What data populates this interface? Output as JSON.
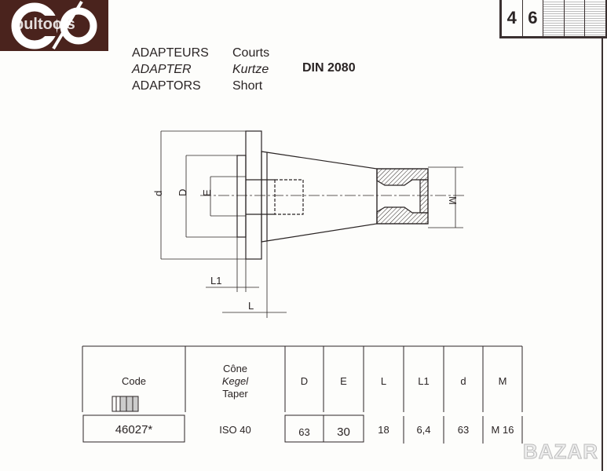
{
  "logo": {
    "brand": "bultools"
  },
  "page_number": [
    "4",
    "6"
  ],
  "heading": {
    "rows": [
      {
        "type": "ADAPTEURS",
        "length": "Courts"
      },
      {
        "type": "ADAPTER",
        "length": "Kurtze"
      },
      {
        "type": "ADAPTORS",
        "length": "Short"
      }
    ],
    "standard": "DIN 2080"
  },
  "drawing": {
    "labels": {
      "d": "d",
      "D": "D",
      "E": "E",
      "M": "M",
      "L1": "L1",
      "L": "L"
    }
  },
  "table": {
    "headers": {
      "code": "Code",
      "cone": [
        "Cône",
        "Kegel",
        "Taper"
      ],
      "D": "D",
      "E": "E",
      "L": "L",
      "L1": "L1",
      "d": "d",
      "M": "M"
    },
    "rows": [
      {
        "code": "46027*",
        "cone": "ISO 40",
        "D": "63",
        "E": "30",
        "L": "18",
        "L1": "6,4",
        "d": "63",
        "M": "M 16"
      }
    ]
  },
  "watermark": "BAZAR"
}
